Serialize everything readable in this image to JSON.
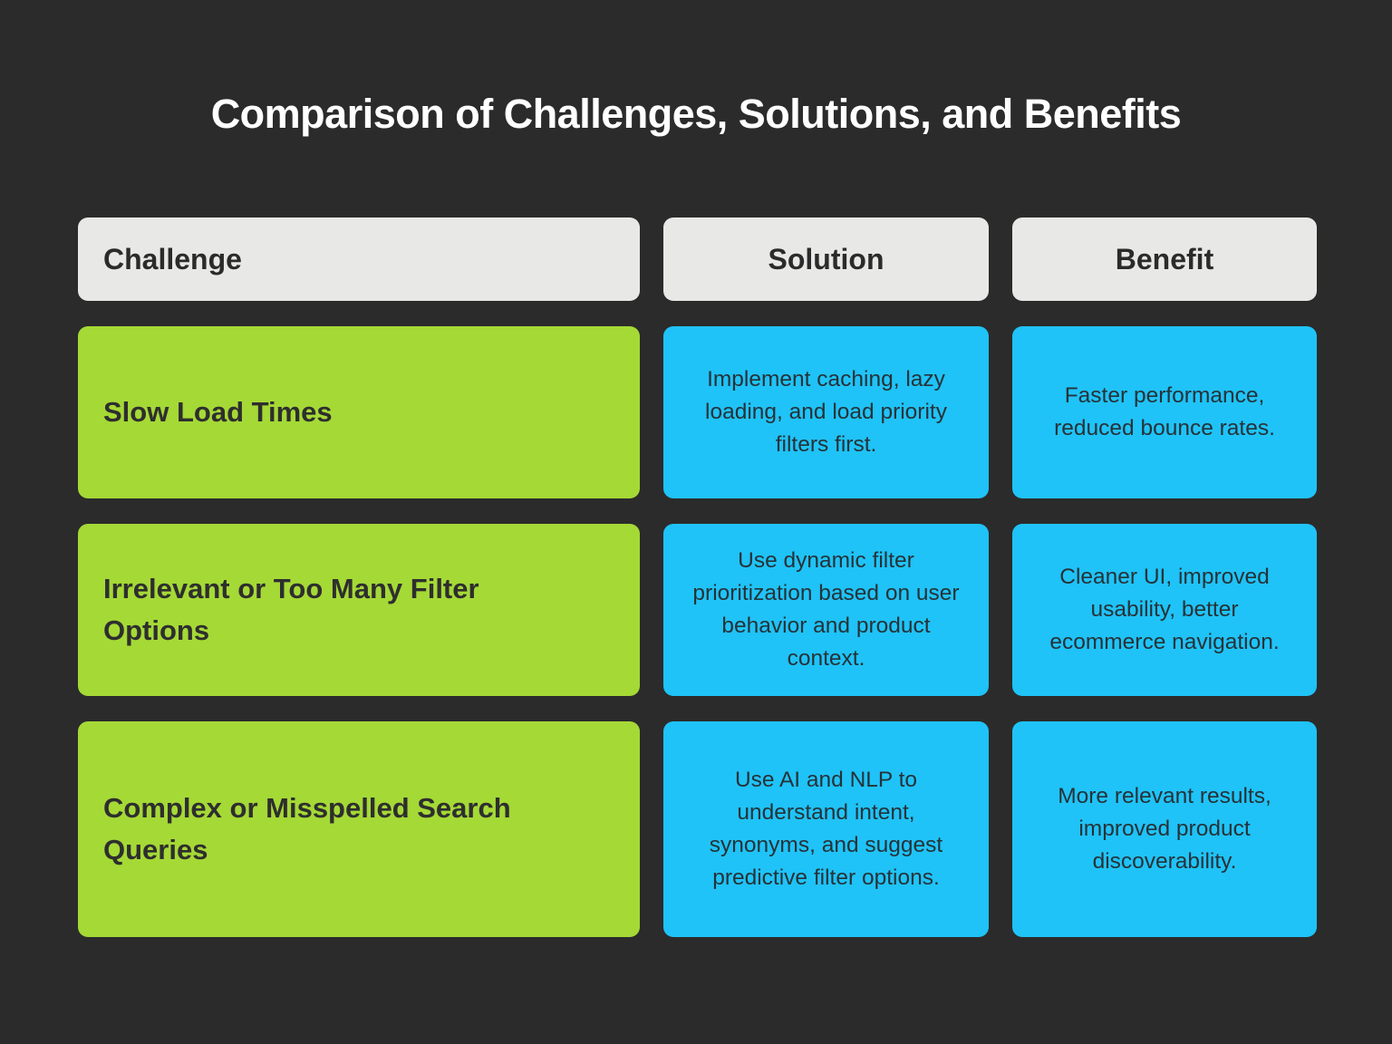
{
  "title": "Comparison of Challenges, Solutions, and Benefits",
  "chart_data": {
    "type": "table",
    "title": "Comparison of Challenges, Solutions, and Benefits",
    "columns": [
      "Challenge",
      "Solution",
      "Benefit"
    ],
    "rows": [
      [
        "Slow Load Times",
        "Implement caching, lazy loading, and load priority filters first.",
        "Faster performance, reduced bounce rates."
      ],
      [
        "Irrelevant or Too Many Filter Options",
        "Use dynamic filter prioritization based on user behavior and product context.",
        "Cleaner UI, improved usability, better ecommerce navigation."
      ],
      [
        "Complex or Misspelled Search Queries",
        "Use AI and NLP to understand intent, synonyms, and suggest predictive filter options.",
        "More relevant results, improved product discoverability."
      ]
    ],
    "layout": {
      "legend": false,
      "grid": false,
      "header_alignments": [
        "left",
        "center",
        "center"
      ]
    }
  },
  "colors": {
    "background": "#2b2b2b",
    "title_text": "#ffffff",
    "header_bg": "#e8e8e7",
    "header_text": "#2b2b2b",
    "challenge_bg": "#a5d936",
    "challenge_text": "#2e2e2e",
    "solution_bg": "#1fc3f7",
    "benefit_bg": "#1fc3f7",
    "cell_text": "#263238"
  }
}
